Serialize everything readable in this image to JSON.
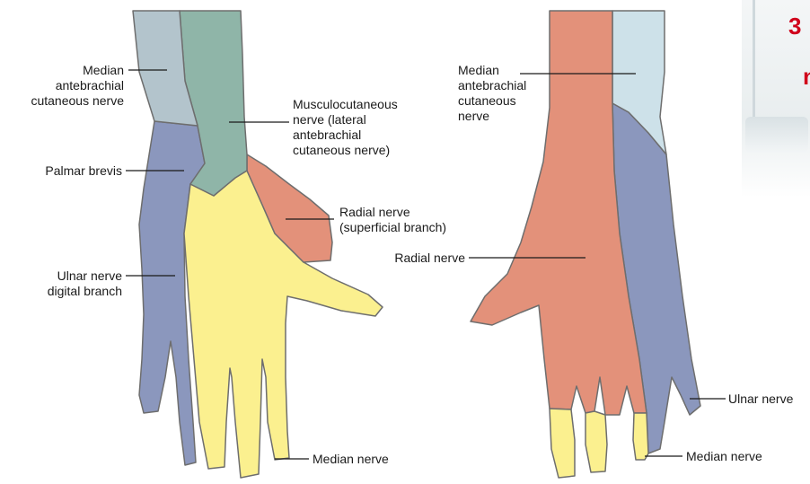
{
  "left_hand_labels": {
    "median_antebrachial": "Median\nantebrachial\ncutaneous nerve",
    "musculocutaneous": "Musculocutaneous\nnerve (lateral\nantebrachial\ncutaneous nerve)",
    "palmar_brevis": "Palmar brevis",
    "radial_superficial": "Radial nerve\n(superficial branch)",
    "ulnar_digital": "Ulnar nerve\ndigital branch",
    "median_nerve": "Median nerve"
  },
  "right_hand_labels": {
    "median_antebrachial": "Median\nantebrachial\ncutaneous\nnerve",
    "radial_nerve": "Radial nerve",
    "ulnar_nerve": "Ulnar nerve",
    "median_nerve": "Median nerve"
  },
  "region_colors": {
    "median_antebrachial": "#b3c4cc",
    "musculocutaneous": "#8fb5a8",
    "ulnar": "#8b97bd",
    "median": "#fbf08f",
    "radial": "#e3917a",
    "median_antebrachial_dorsal": "#cde1e9"
  },
  "photo_overlay": {
    "title_line1": "3",
    "title_line2": "n"
  }
}
